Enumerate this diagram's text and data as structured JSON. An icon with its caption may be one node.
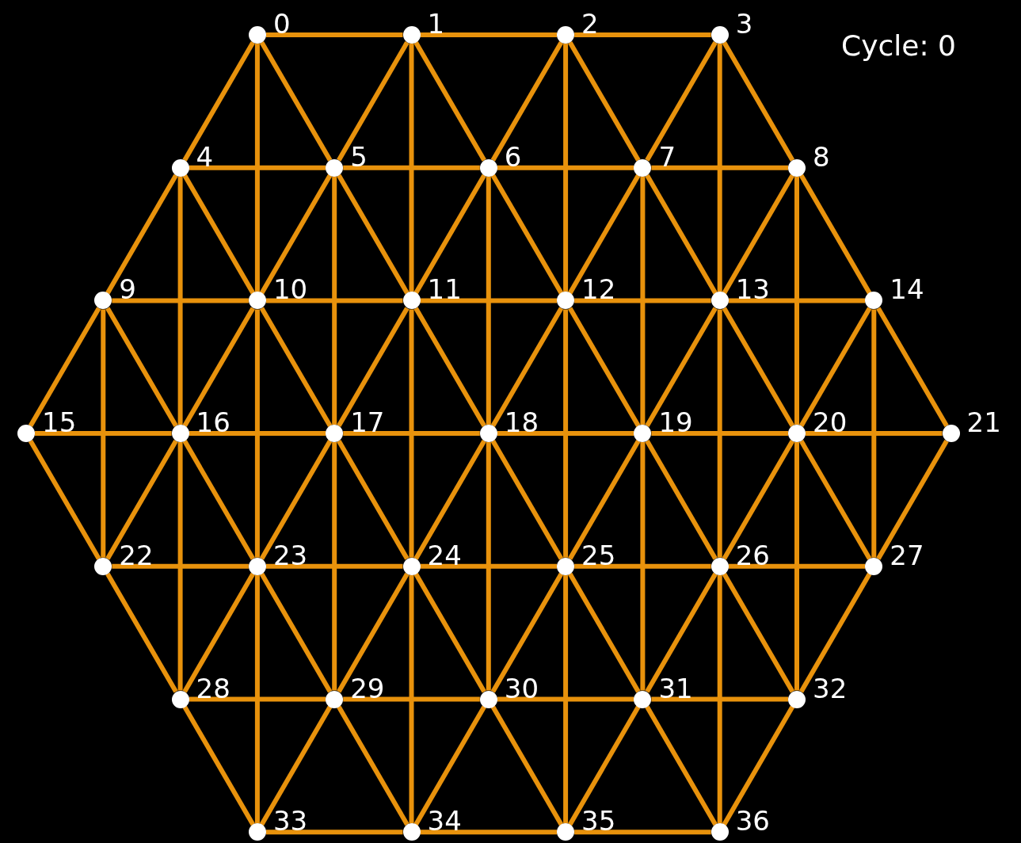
{
  "diagram": {
    "nodes": [
      {
        "text": [],
        "shape": "circle",
        "beside": [
          "0"
        ]
      },
      {
        "text": [],
        "shape": "circle",
        "beside": [
          "1"
        ]
      },
      {
        "text": [],
        "shape": "circle",
        "beside": [
          "2"
        ]
      },
      {
        "text": [],
        "shape": "circle",
        "beside": [
          "3"
        ]
      },
      {
        "text": [],
        "shape": "circle",
        "beside": [
          "4"
        ]
      },
      {
        "text": [],
        "shape": "circle",
        "beside": [
          "5"
        ]
      },
      {
        "text": [],
        "shape": "circle",
        "beside": [
          "6"
        ]
      },
      {
        "text": [],
        "shape": "circle",
        "beside": [
          "7"
        ]
      },
      {
        "text": [],
        "shape": "circle",
        "beside": [
          "8"
        ]
      },
      {
        "text": [],
        "shape": "circle",
        "beside": [
          "9"
        ]
      },
      {
        "text": [],
        "shape": "circle",
        "beside": [
          "10"
        ]
      },
      {
        "text": [],
        "shape": "circle",
        "beside": [
          "11"
        ]
      },
      {
        "text": [],
        "shape": "circle",
        "beside": [
          "12"
        ]
      },
      {
        "text": [],
        "shape": "circle",
        "beside": [
          "13"
        ]
      },
      {
        "text": [],
        "shape": "circle",
        "beside": [
          "14"
        ]
      },
      {
        "text": [],
        "shape": "circle",
        "beside": [
          "15"
        ]
      },
      {
        "text": [],
        "shape": "circle",
        "beside": [
          "16"
        ]
      },
      {
        "text": [],
        "shape": "circle",
        "beside": [
          "17"
        ]
      },
      {
        "text": [],
        "shape": "circle",
        "beside": [
          "18"
        ]
      },
      {
        "text": [],
        "shape": "circle",
        "beside": [
          "19"
        ]
      },
      {
        "text": [],
        "shape": "circle",
        "beside": [
          "20"
        ]
      },
      {
        "text": [],
        "shape": "circle",
        "beside": [
          "21"
        ]
      },
      {
        "text": [],
        "shape": "circle",
        "beside": [
          "22"
        ]
      },
      {
        "text": [],
        "shape": "circle",
        "beside": [
          "23"
        ]
      },
      {
        "text": [],
        "shape": "circle",
        "beside": [
          "24"
        ]
      },
      {
        "text": [],
        "shape": "circle",
        "beside": [
          "25"
        ]
      },
      {
        "text": [],
        "shape": "circle",
        "beside": [
          "26"
        ]
      },
      {
        "text": [],
        "shape": "circle",
        "beside": [
          "27"
        ]
      },
      {
        "text": [],
        "shape": "circle",
        "beside": [
          "28"
        ]
      },
      {
        "text": [],
        "shape": "circle",
        "beside": [
          "29"
        ]
      },
      {
        "text": [],
        "shape": "circle",
        "beside": [
          "30"
        ]
      },
      {
        "text": [],
        "shape": "circle",
        "beside": [
          "31"
        ]
      },
      {
        "text": [],
        "shape": "circle",
        "beside": [
          "32"
        ]
      },
      {
        "text": [],
        "shape": "circle",
        "beside": [
          "33"
        ]
      },
      {
        "text": [],
        "shape": "circle",
        "beside": [
          "34"
        ]
      },
      {
        "text": [],
        "shape": "circle",
        "beside": [
          "35"
        ]
      },
      {
        "text": [],
        "shape": "circle",
        "beside": [
          "36"
        ]
      }
    ],
    "edges": [
      {
        "from": 0,
        "to": 1,
        "arrow": "none"
      },
      {
        "from": 0,
        "to": 4,
        "arrow": "none"
      },
      {
        "from": 0,
        "to": 5,
        "arrow": "none"
      },
      {
        "from": 0,
        "to": 10,
        "arrow": "none"
      },
      {
        "from": 1,
        "to": 2,
        "arrow": "none"
      },
      {
        "from": 1,
        "to": 5,
        "arrow": "none"
      },
      {
        "from": 1,
        "to": 6,
        "arrow": "none"
      },
      {
        "from": 1,
        "to": 11,
        "arrow": "none"
      },
      {
        "from": 2,
        "to": 3,
        "arrow": "none"
      },
      {
        "from": 2,
        "to": 6,
        "arrow": "none"
      },
      {
        "from": 2,
        "to": 7,
        "arrow": "none"
      },
      {
        "from": 2,
        "to": 12,
        "arrow": "none"
      },
      {
        "from": 3,
        "to": 7,
        "arrow": "none"
      },
      {
        "from": 3,
        "to": 8,
        "arrow": "none"
      },
      {
        "from": 3,
        "to": 13,
        "arrow": "none"
      },
      {
        "from": 4,
        "to": 5,
        "arrow": "none"
      },
      {
        "from": 4,
        "to": 9,
        "arrow": "none"
      },
      {
        "from": 4,
        "to": 10,
        "arrow": "none"
      },
      {
        "from": 4,
        "to": 16,
        "arrow": "none"
      },
      {
        "from": 5,
        "to": 6,
        "arrow": "none"
      },
      {
        "from": 5,
        "to": 10,
        "arrow": "none"
      },
      {
        "from": 5,
        "to": 11,
        "arrow": "none"
      },
      {
        "from": 5,
        "to": 17,
        "arrow": "none"
      },
      {
        "from": 6,
        "to": 7,
        "arrow": "none"
      },
      {
        "from": 6,
        "to": 11,
        "arrow": "none"
      },
      {
        "from": 6,
        "to": 12,
        "arrow": "none"
      },
      {
        "from": 6,
        "to": 18,
        "arrow": "none"
      },
      {
        "from": 7,
        "to": 8,
        "arrow": "none"
      },
      {
        "from": 7,
        "to": 12,
        "arrow": "none"
      },
      {
        "from": 7,
        "to": 13,
        "arrow": "none"
      },
      {
        "from": 7,
        "to": 19,
        "arrow": "none"
      },
      {
        "from": 8,
        "to": 13,
        "arrow": "none"
      },
      {
        "from": 8,
        "to": 14,
        "arrow": "none"
      },
      {
        "from": 8,
        "to": 20,
        "arrow": "none"
      },
      {
        "from": 9,
        "to": 10,
        "arrow": "none"
      },
      {
        "from": 9,
        "to": 15,
        "arrow": "none"
      },
      {
        "from": 9,
        "to": 16,
        "arrow": "none"
      },
      {
        "from": 9,
        "to": 22,
        "arrow": "none"
      },
      {
        "from": 10,
        "to": 11,
        "arrow": "none"
      },
      {
        "from": 10,
        "to": 16,
        "arrow": "none"
      },
      {
        "from": 10,
        "to": 17,
        "arrow": "none"
      },
      {
        "from": 10,
        "to": 23,
        "arrow": "none"
      },
      {
        "from": 11,
        "to": 12,
        "arrow": "none"
      },
      {
        "from": 11,
        "to": 17,
        "arrow": "none"
      },
      {
        "from": 11,
        "to": 18,
        "arrow": "none"
      },
      {
        "from": 11,
        "to": 24,
        "arrow": "none"
      },
      {
        "from": 12,
        "to": 13,
        "arrow": "none"
      },
      {
        "from": 12,
        "to": 18,
        "arrow": "none"
      },
      {
        "from": 12,
        "to": 19,
        "arrow": "none"
      },
      {
        "from": 12,
        "to": 25,
        "arrow": "none"
      },
      {
        "from": 13,
        "to": 14,
        "arrow": "none"
      },
      {
        "from": 13,
        "to": 19,
        "arrow": "none"
      },
      {
        "from": 13,
        "to": 20,
        "arrow": "none"
      },
      {
        "from": 13,
        "to": 26,
        "arrow": "none"
      },
      {
        "from": 14,
        "to": 20,
        "arrow": "none"
      },
      {
        "from": 14,
        "to": 21,
        "arrow": "none"
      },
      {
        "from": 14,
        "to": 27,
        "arrow": "none"
      },
      {
        "from": 15,
        "to": 16,
        "arrow": "none"
      },
      {
        "from": 15,
        "to": 22,
        "arrow": "none"
      },
      {
        "from": 16,
        "to": 17,
        "arrow": "none"
      },
      {
        "from": 16,
        "to": 22,
        "arrow": "none"
      },
      {
        "from": 16,
        "to": 23,
        "arrow": "none"
      },
      {
        "from": 16,
        "to": 28,
        "arrow": "none"
      },
      {
        "from": 17,
        "to": 18,
        "arrow": "none"
      },
      {
        "from": 17,
        "to": 23,
        "arrow": "none"
      },
      {
        "from": 17,
        "to": 24,
        "arrow": "none"
      },
      {
        "from": 17,
        "to": 29,
        "arrow": "none"
      },
      {
        "from": 18,
        "to": 19,
        "arrow": "none"
      },
      {
        "from": 18,
        "to": 24,
        "arrow": "none"
      },
      {
        "from": 18,
        "to": 25,
        "arrow": "none"
      },
      {
        "from": 18,
        "to": 30,
        "arrow": "none"
      },
      {
        "from": 19,
        "to": 20,
        "arrow": "none"
      },
      {
        "from": 19,
        "to": 25,
        "arrow": "none"
      },
      {
        "from": 19,
        "to": 26,
        "arrow": "none"
      },
      {
        "from": 19,
        "to": 31,
        "arrow": "none"
      },
      {
        "from": 20,
        "to": 21,
        "arrow": "none"
      },
      {
        "from": 20,
        "to": 26,
        "arrow": "none"
      },
      {
        "from": 20,
        "to": 27,
        "arrow": "none"
      },
      {
        "from": 20,
        "to": 32,
        "arrow": "none"
      },
      {
        "from": 21,
        "to": 27,
        "arrow": "none"
      },
      {
        "from": 22,
        "to": 23,
        "arrow": "none"
      },
      {
        "from": 22,
        "to": 28,
        "arrow": "none"
      },
      {
        "from": 23,
        "to": 24,
        "arrow": "none"
      },
      {
        "from": 23,
        "to": 28,
        "arrow": "none"
      },
      {
        "from": 23,
        "to": 29,
        "arrow": "none"
      },
      {
        "from": 23,
        "to": 33,
        "arrow": "none"
      },
      {
        "from": 24,
        "to": 25,
        "arrow": "none"
      },
      {
        "from": 24,
        "to": 29,
        "arrow": "none"
      },
      {
        "from": 24,
        "to": 30,
        "arrow": "none"
      },
      {
        "from": 24,
        "to": 34,
        "arrow": "none"
      },
      {
        "from": 25,
        "to": 26,
        "arrow": "none"
      },
      {
        "from": 25,
        "to": 30,
        "arrow": "none"
      },
      {
        "from": 25,
        "to": 31,
        "arrow": "none"
      },
      {
        "from": 25,
        "to": 35,
        "arrow": "none"
      },
      {
        "from": 26,
        "to": 27,
        "arrow": "none"
      },
      {
        "from": 26,
        "to": 31,
        "arrow": "none"
      },
      {
        "from": 26,
        "to": 32,
        "arrow": "none"
      },
      {
        "from": 26,
        "to": 36,
        "arrow": "none"
      },
      {
        "from": 27,
        "to": 32,
        "arrow": "none"
      },
      {
        "from": 28,
        "to": 29,
        "arrow": "none"
      },
      {
        "from": 28,
        "to": 33,
        "arrow": "none"
      },
      {
        "from": 29,
        "to": 30,
        "arrow": "none"
      },
      {
        "from": 29,
        "to": 33,
        "arrow": "none"
      },
      {
        "from": 29,
        "to": 34,
        "arrow": "none"
      },
      {
        "from": 30,
        "to": 31,
        "arrow": "none"
      },
      {
        "from": 30,
        "to": 34,
        "arrow": "none"
      },
      {
        "from": 30,
        "to": 35,
        "arrow": "none"
      },
      {
        "from": 31,
        "to": 32,
        "arrow": "none"
      },
      {
        "from": 31,
        "to": 35,
        "arrow": "none"
      },
      {
        "from": 31,
        "to": 36,
        "arrow": "none"
      },
      {
        "from": 32,
        "to": 36,
        "arrow": "none"
      },
      {
        "from": 33,
        "to": 34,
        "arrow": "none"
      },
      {
        "from": 34,
        "to": 35,
        "arrow": "none"
      },
      {
        "from": 35,
        "to": 36,
        "arrow": "none"
      }
    ],
    "labels": [
      "Cycle: 0"
    ]
  }
}
